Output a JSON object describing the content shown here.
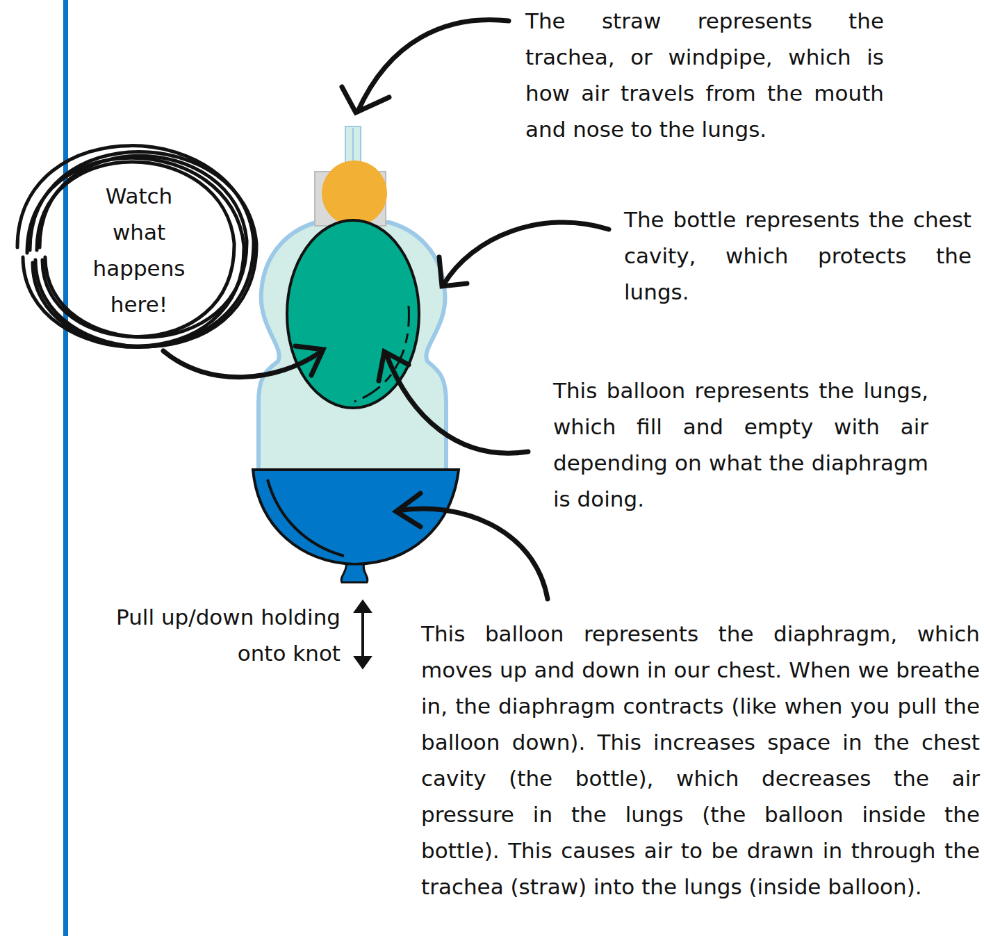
{
  "diagram": {
    "nodes": [
      {
        "text": [
          "Watch what happens here!"
        ]
      }
    ],
    "labels": [
      "The straw represents the trachea, or windpipe, which is how air travels from the mouth and nose to the lungs.",
      "The bottle represents the chest cavity, which protects the lungs.",
      "This balloon represents the lungs, which fill and empty with air depending on what the diaphragm is doing.",
      "This balloon represents the diaphragm, which moves up and down in our chest. When we breathe in, the diaphragm contracts (like when you pull the balloon down). This increases space in the chest cavity (the bottle), which decreases the air pressure in the lungs (the balloon inside the bottle). This causes air to be drawn in through the trachea (straw) into the lungs (inside balloon).",
      "Pull up/down holding onto knot"
    ]
  }
}
